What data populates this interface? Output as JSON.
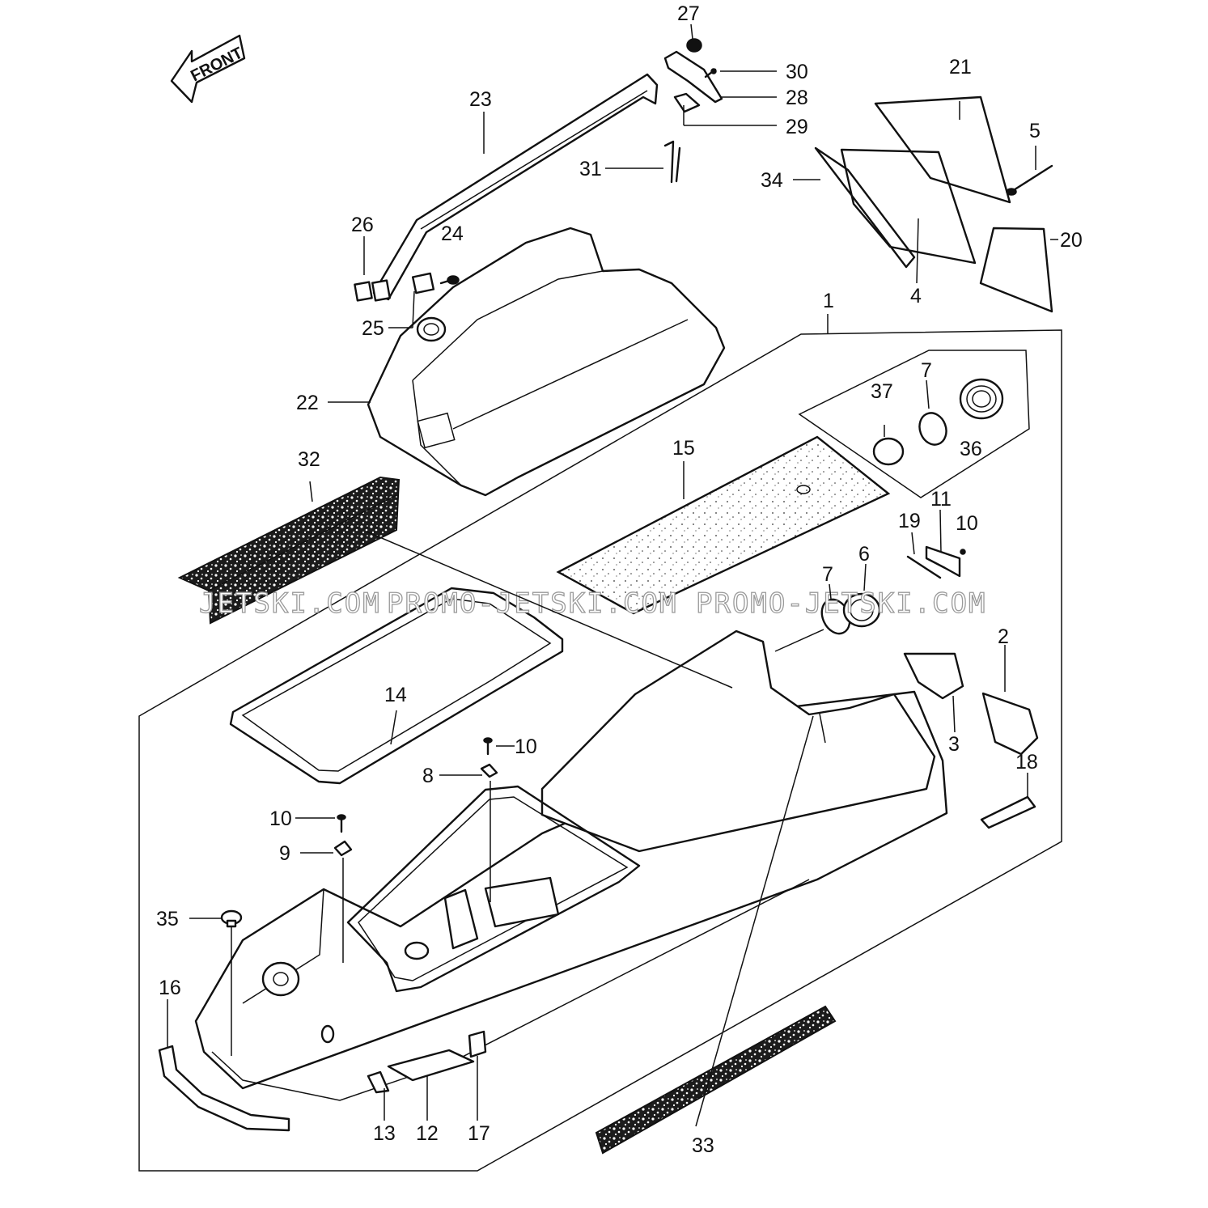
{
  "front_label": "FRONT",
  "watermark": {
    "left": "JETSKI.COM",
    "middle": "PROMO-JETSKI.COM",
    "right": "PROMO-JETSKI.COM"
  },
  "callouts": {
    "n1": "1",
    "n2": "2",
    "n3": "3",
    "n4": "4",
    "n5": "5",
    "n6": "6",
    "n7a": "7",
    "n7b": "7",
    "n8": "8",
    "n9": "9",
    "n10a": "10",
    "n10b": "10",
    "n10c": "10",
    "n11": "11",
    "n12": "12",
    "n13": "13",
    "n14": "14",
    "n15": "15",
    "n16": "16",
    "n17": "17",
    "n18": "18",
    "n19": "19",
    "n20": "20",
    "n21": "21",
    "n22": "22",
    "n23": "23",
    "n24": "24",
    "n25": "25",
    "n26": "26",
    "n27": "27",
    "n28": "28",
    "n29": "29",
    "n30": "30",
    "n31": "31",
    "n32": "32",
    "n33": "33",
    "n34": "34",
    "n35": "35",
    "n36": "36",
    "n37": "37"
  }
}
